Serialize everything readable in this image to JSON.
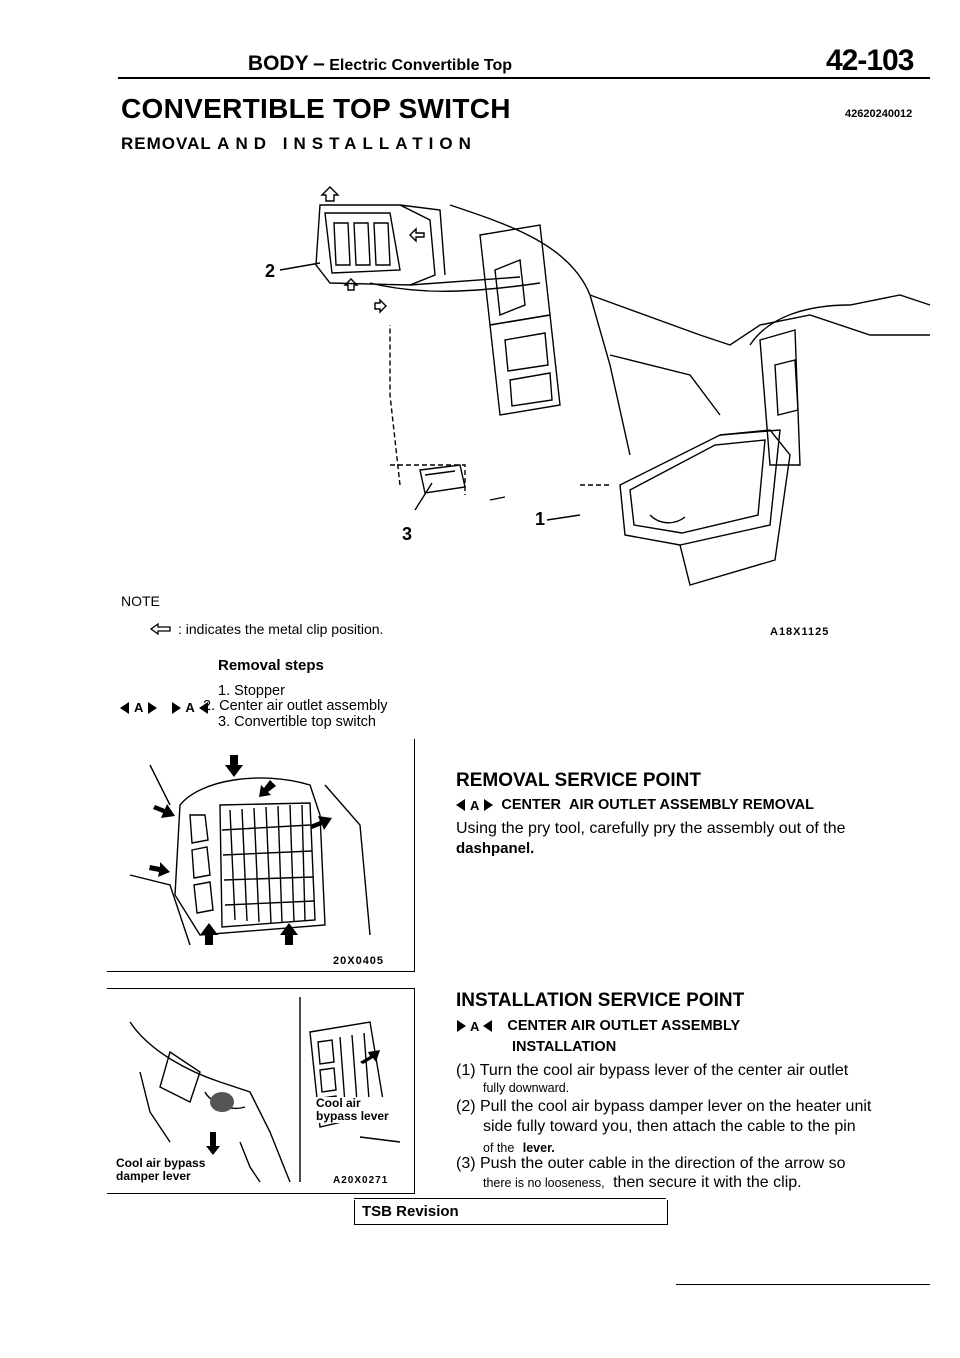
{
  "header": {
    "section_main": "BODY",
    "section_dash": "–",
    "section_sub": "Electric Convertible Top",
    "page_number": "42-103"
  },
  "title": {
    "main": "CONVERTIBLE TOP SWITCH",
    "doc_id": "42620240012",
    "subtitle_a": "REMOVAL",
    "subtitle_b": "AND INSTALLATION"
  },
  "figure1": {
    "callouts": [
      "1",
      "2",
      "3"
    ],
    "code": "A18X1125"
  },
  "note": {
    "label": "NOTE",
    "text": ": indicates the metal clip position."
  },
  "removal_steps": {
    "title": "Removal steps",
    "marker_a": "A",
    "steps": [
      "1. Stopper",
      "2. Center air outlet assembly",
      "3. Convertible top switch"
    ]
  },
  "figure2": {
    "code": "20X0405"
  },
  "figure3": {
    "label_cool_air": "Cool air",
    "label_bypass_lever": "bypass lever",
    "label_cool_air_bypass": "Cool air bypass",
    "label_damper_lever": "damper lever",
    "code": "A20X0271"
  },
  "removal_service": {
    "heading": "REMOVAL SERVICE POINT",
    "marker": "A",
    "procedure_title_1": "CENTER",
    "procedure_title_2": "AIR OUTLET ASSEMBLY REMOVAL",
    "text_line1": "Using the pry tool, carefully pry the assembly out of the",
    "text_line2": "dashpanel."
  },
  "installation_service": {
    "heading": "INSTALLATION SERVICE POINT",
    "marker": "A",
    "procedure_title_1": "CENTER AIR OUTLET ASSEMBLY",
    "procedure_title_2": "INSTALLATION",
    "step1_a": "(1) Turn the cool air bypass lever of the center air outlet",
    "step1_b": "fully downward.",
    "step2_a": "(2) Pull the cool air bypass damper lever on the heater unit",
    "step2_b": "side fully toward you, then attach the cable to the pin",
    "step2_c": "of the",
    "step2_d": "lever.",
    "step3_a": "(3) Push the outer cable in the direction of the arrow so",
    "step3_b": "there is no looseness,",
    "step3_c": "then secure it with the clip."
  },
  "footer": {
    "tsb": "TSB Revision"
  }
}
